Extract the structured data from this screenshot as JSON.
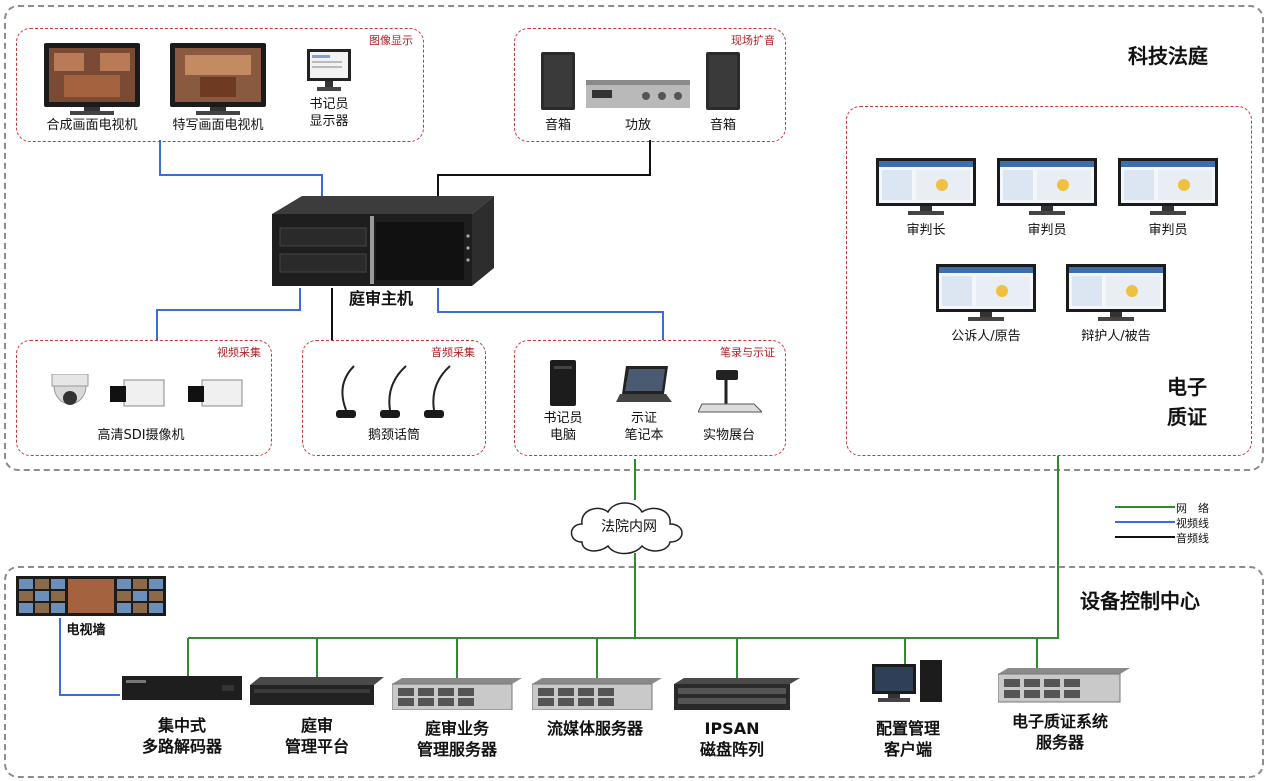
{
  "zones": {
    "courtroom": "科技法庭",
    "evidence": "电子\n质证",
    "control_center": "设备控制中心"
  },
  "groups": {
    "image_display": "图像显示",
    "live_sound": "现场扩音",
    "video_capture": "视频采集",
    "audio_capture": "音频采集",
    "notes_evidence": "笔录与示证"
  },
  "devices": {
    "tv_composite": "合成画面电视机",
    "tv_closeup": "特写画面电视机",
    "clerk_monitor": "书记员\n显示器",
    "speaker_left": "音箱",
    "amplifier": "功放",
    "speaker_right": "音箱",
    "host": "庭审主机",
    "camera": "高清SDI摄像机",
    "microphone": "鹅颈话筒",
    "clerk_pc": "书记员\n电脑",
    "demo_laptop": "示证\n笔记本",
    "visualizer": "实物展台",
    "judge_chief": "审判长",
    "judge_1": "审判员",
    "judge_2": "审判员",
    "prosecutor": "公诉人/原告",
    "defender": "辩护人/被告",
    "network": "法院内网",
    "tv_wall": "电视墙",
    "decoder": "集中式\n多路解码器",
    "mgmt_platform": "庭审\n管理平台",
    "biz_server": "庭审业务\n管理服务器",
    "media_server": "流媒体服务器",
    "ipsan": "IPSAN\n磁盘阵列",
    "config_client": "配置管理\n客户端",
    "evidence_server": "电子质证系统\n服务器"
  },
  "legend": {
    "network": "网　络",
    "video": "视频线",
    "audio": "音频线"
  },
  "colors": {
    "network": "#2e8b2e",
    "video": "#3a6fd1",
    "audio": "#111111",
    "group_border": "#c9363b",
    "zone_border": "#8c8c8c"
  }
}
